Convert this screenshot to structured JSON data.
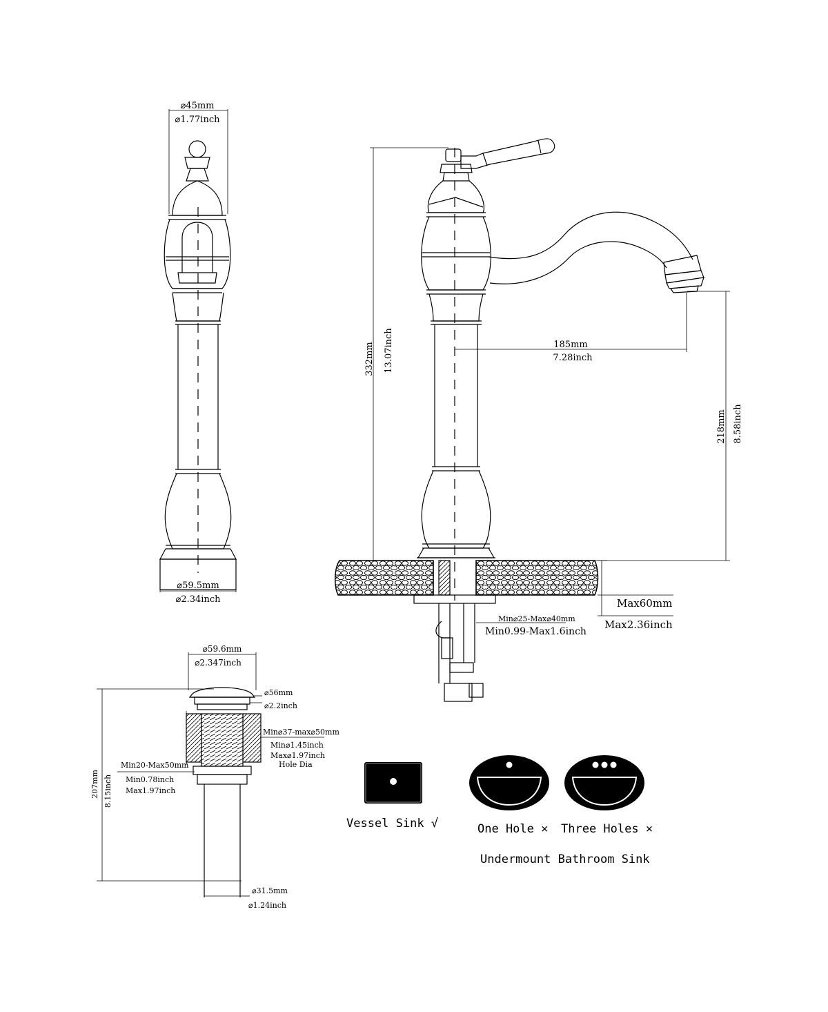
{
  "side_view": {
    "top_dia_mm": "⌀45mm",
    "top_dia_inch": "⌀1.77inch",
    "base_dia_mm": "⌀59.5mm",
    "base_dia_inch": "⌀2.34inch"
  },
  "front_view": {
    "height_mm": "332mm",
    "height_inch": "13.07inch",
    "reach_mm": "185mm",
    "reach_inch": "7.28inch",
    "spout_height_mm": "218mm",
    "spout_height_inch": "8.58inch",
    "deck_max_mm": "Max60mm",
    "deck_max_inch": "Max2.36inch",
    "hole_range_mm": "Min⌀25-Max⌀40mm",
    "hole_range_inch": "Min0.99-Max1.6inch"
  },
  "drain": {
    "cap_dia_mm": "⌀59.6mm",
    "cap_dia_inch": "⌀2.347inch",
    "flange_dia_mm": "⌀56mm",
    "flange_dia_inch": "⌀2.2inch",
    "hole_dia_mm": "Min⌀37-max⌀50mm",
    "hole_dia_min_inch": "Min⌀1.45inch",
    "hole_dia_max_inch": "Max⌀1.97inch",
    "hole_dia_label": "Hole Dia",
    "thickness_mm": "Min20-Max50mm",
    "thickness_min_inch": "Min0.78inch",
    "thickness_max_inch": "Max1.97inch",
    "height_mm": "207mm",
    "height_inch": "8.15inch",
    "pipe_dia_mm": "⌀31.5mm",
    "pipe_dia_inch": "⌀1.24inch"
  },
  "sinks": {
    "vessel_label": "Vessel Sink √",
    "one_hole_label": "One Hole ×",
    "three_holes_label": "Three Holes ×",
    "undermount_label": "Undermount Bathroom Sink"
  }
}
